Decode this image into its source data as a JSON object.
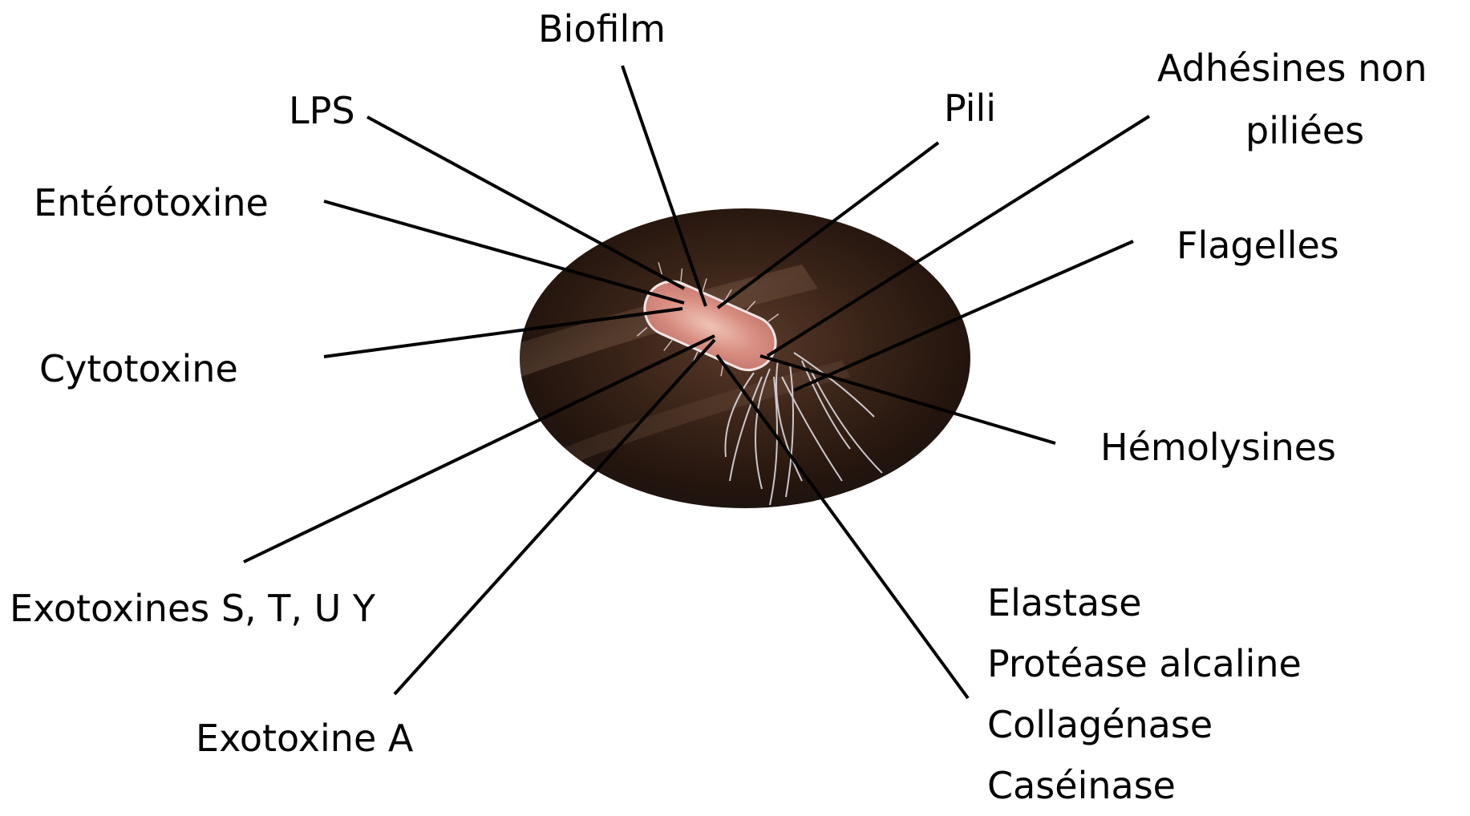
{
  "labels": {
    "biofilm": "Biofilm",
    "lps": "LPS",
    "pili": "Pili",
    "adhesines_line1": "Adhésines non",
    "adhesines_line2": "piliées",
    "enterotoxine": "Entérotoxine",
    "flagelles": "Flagelles",
    "cytotoxine": "Cytotoxine",
    "hemolysines": "Hémolysines",
    "exotoxines_stuy": "Exotoxines S, T, U Y",
    "exotoxine_a": "Exotoxine A"
  },
  "enzymes": [
    "Elastase",
    "Protéase alcaline",
    "Collagénase",
    "Caséinase"
  ],
  "colors": {
    "line": "#000000",
    "text": "#000000",
    "background_dark": "#2b1a12",
    "bacterium": "#d9a59a"
  },
  "center_image": "bacterium-micrograph"
}
